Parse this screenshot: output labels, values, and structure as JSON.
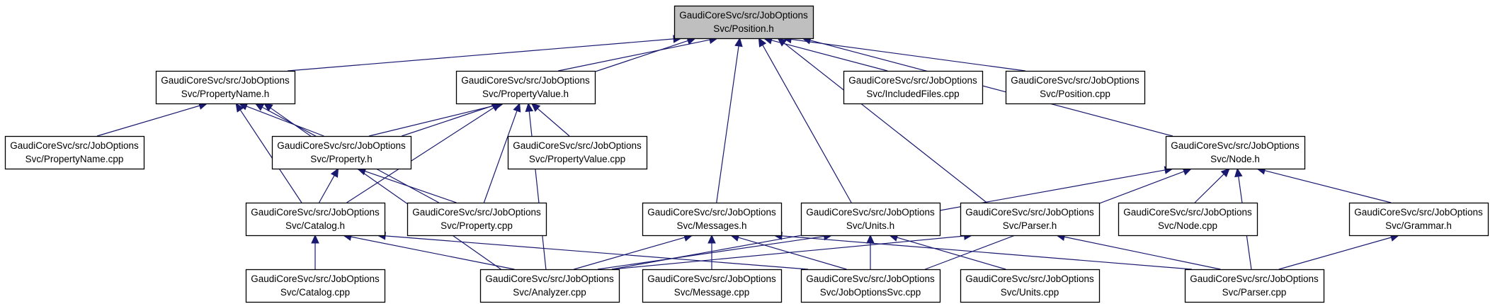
{
  "graph": {
    "colors": {
      "edge": "#191970",
      "root_fill": "#bfbfbf",
      "node_fill": "#ffffff",
      "border": "#000000"
    },
    "nodes": {
      "position_h": {
        "line1": "GaudiCoreSvc/src/JobOptions",
        "line2": "Svc/Position.h"
      },
      "propertyname_h": {
        "line1": "GaudiCoreSvc/src/JobOptions",
        "line2": "Svc/PropertyName.h"
      },
      "propertyvalue_h": {
        "line1": "GaudiCoreSvc/src/JobOptions",
        "line2": "Svc/PropertyValue.h"
      },
      "includedfiles_cpp": {
        "line1": "GaudiCoreSvc/src/JobOptions",
        "line2": "Svc/IncludedFiles.cpp"
      },
      "position_cpp": {
        "line1": "GaudiCoreSvc/src/JobOptions",
        "line2": "Svc/Position.cpp"
      },
      "propertyname_cpp": {
        "line1": "GaudiCoreSvc/src/JobOptions",
        "line2": "Svc/PropertyName.cpp"
      },
      "property_h": {
        "line1": "GaudiCoreSvc/src/JobOptions",
        "line2": "Svc/Property.h"
      },
      "propertyvalue_cpp": {
        "line1": "GaudiCoreSvc/src/JobOptions",
        "line2": "Svc/PropertyValue.cpp"
      },
      "node_h": {
        "line1": "GaudiCoreSvc/src/JobOptions",
        "line2": "Svc/Node.h"
      },
      "catalog_h": {
        "line1": "GaudiCoreSvc/src/JobOptions",
        "line2": "Svc/Catalog.h"
      },
      "property_cpp": {
        "line1": "GaudiCoreSvc/src/JobOptions",
        "line2": "Svc/Property.cpp"
      },
      "messages_h": {
        "line1": "GaudiCoreSvc/src/JobOptions",
        "line2": "Svc/Messages.h"
      },
      "units_h": {
        "line1": "GaudiCoreSvc/src/JobOptions",
        "line2": "Svc/Units.h"
      },
      "parser_h": {
        "line1": "GaudiCoreSvc/src/JobOptions",
        "line2": "Svc/Parser.h"
      },
      "node_cpp": {
        "line1": "GaudiCoreSvc/src/JobOptions",
        "line2": "Svc/Node.cpp"
      },
      "grammar_h": {
        "line1": "GaudiCoreSvc/src/JobOptions",
        "line2": "Svc/Grammar.h"
      },
      "catalog_cpp": {
        "line1": "GaudiCoreSvc/src/JobOptions",
        "line2": "Svc/Catalog.cpp"
      },
      "analyzer_cpp": {
        "line1": "GaudiCoreSvc/src/JobOptions",
        "line2": "Svc/Analyzer.cpp"
      },
      "message_cpp": {
        "line1": "GaudiCoreSvc/src/JobOptions",
        "line2": "Svc/Message.cpp"
      },
      "joboptionssvc_cpp": {
        "line1": "GaudiCoreSvc/src/JobOptions",
        "line2": "Svc/JobOptionsSvc.cpp"
      },
      "units_cpp": {
        "line1": "GaudiCoreSvc/src/JobOptions",
        "line2": "Svc/Units.cpp"
      },
      "parser_cpp": {
        "line1": "GaudiCoreSvc/src/JobOptions",
        "line2": "Svc/Parser.cpp"
      }
    },
    "edges": [
      [
        "propertyname_h",
        "position_h"
      ],
      [
        "propertyvalue_h",
        "position_h"
      ],
      [
        "includedfiles_cpp",
        "position_h"
      ],
      [
        "position_cpp",
        "position_h"
      ],
      [
        "property_h",
        "position_h"
      ],
      [
        "node_h",
        "position_h"
      ],
      [
        "messages_h",
        "position_h"
      ],
      [
        "units_h",
        "position_h"
      ],
      [
        "parser_h",
        "position_h"
      ],
      [
        "propertyname_cpp",
        "propertyname_h"
      ],
      [
        "property_h",
        "propertyname_h"
      ],
      [
        "catalog_h",
        "propertyname_h"
      ],
      [
        "property_cpp",
        "propertyname_h"
      ],
      [
        "analyzer_cpp",
        "propertyname_h"
      ],
      [
        "property_h",
        "propertyvalue_h"
      ],
      [
        "propertyvalue_cpp",
        "propertyvalue_h"
      ],
      [
        "catalog_h",
        "propertyvalue_h"
      ],
      [
        "property_cpp",
        "propertyvalue_h"
      ],
      [
        "analyzer_cpp",
        "propertyvalue_h"
      ],
      [
        "catalog_h",
        "property_h"
      ],
      [
        "property_cpp",
        "property_h"
      ],
      [
        "catalog_cpp",
        "catalog_h"
      ],
      [
        "analyzer_cpp",
        "catalog_h"
      ],
      [
        "joboptionssvc_cpp",
        "catalog_h"
      ],
      [
        "analyzer_cpp",
        "messages_h"
      ],
      [
        "message_cpp",
        "messages_h"
      ],
      [
        "joboptionssvc_cpp",
        "messages_h"
      ],
      [
        "parser_cpp",
        "messages_h"
      ],
      [
        "analyzer_cpp",
        "units_h"
      ],
      [
        "joboptionssvc_cpp",
        "units_h"
      ],
      [
        "units_cpp",
        "units_h"
      ],
      [
        "analyzer_cpp",
        "parser_h"
      ],
      [
        "parser_cpp",
        "parser_h"
      ],
      [
        "node_cpp",
        "node_h"
      ],
      [
        "grammar_h",
        "node_h"
      ],
      [
        "parser_cpp",
        "node_h"
      ],
      [
        "analyzer_cpp",
        "node_h"
      ],
      [
        "joboptionssvc_cpp",
        "node_h"
      ],
      [
        "parser_cpp",
        "grammar_h"
      ]
    ]
  }
}
